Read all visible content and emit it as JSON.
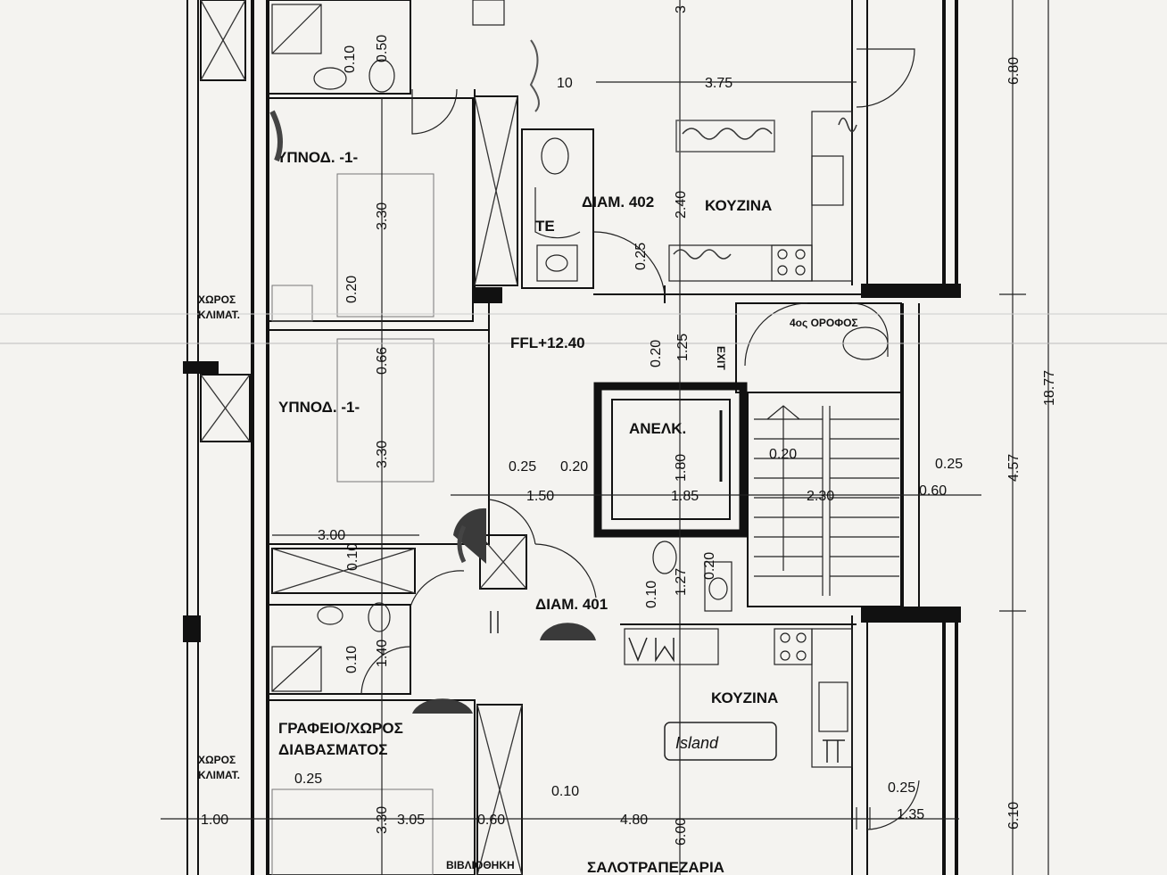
{
  "rooms": {
    "bedroom_top": "ΥΠΝΟΔ. -1-",
    "bedroom_mid": "ΥΠΝΟΔ. -1-",
    "kitchen_top": "ΚΟΥΖΙΝΑ",
    "kitchen_bottom": "ΚΟΥΖΙΝΑ",
    "apartment_402": "ΔΙΑΜ. 402",
    "apartment_401": "ΔΙΑΜ. 401",
    "wc": "ΤΕ",
    "elevator": "ΑΝΕΛΚ.",
    "ac_space_top_1": "ΧΩΡΟΣ",
    "ac_space_top_2": "ΚΛΙΜΑΤ.",
    "ac_space_bottom_1": "ΧΩΡΟΣ",
    "ac_space_bottom_2": "ΚΛΙΜΑΤ.",
    "office_1": "ΓΡΑΦΕΙΟ/ΧΩΡΟΣ",
    "office_2": "ΔΙΑΒΑΣΜΑΤΟΣ",
    "floor_level": "FFL+12.40",
    "floor_label": "4ος ΟΡΟΦΟΣ",
    "exit": "EXIT",
    "library": "ΒΙΒΛΙΟΘΗΚΗ",
    "living_dining": "ΣΑΛΟΤΡΑΠΕΖΑΡΙΑ"
  },
  "dimensions": {
    "d_3_75": "3.75",
    "d_10": "10",
    "d_6_80": "6.80",
    "d_18_77": "18.77",
    "d_4_57": "4.57",
    "d_6_10": "6.10",
    "d_3_30_a": "3.30",
    "d_3_30_b": "3.30",
    "d_3_30_c": "3.30",
    "d_0_20_a": "0.20",
    "d_0_66": "0.66",
    "d_2_40": "2.40",
    "d_0_25_a": "0.25",
    "d_0_20_b": "0.20",
    "d_1_25": "1.25",
    "d_0_25_b": "0.25",
    "d_0_20_c": "0.20",
    "d_1_50": "1.50",
    "d_1_85": "1.85",
    "d_1_80": "1.80",
    "d_0_20_d": "0.20",
    "d_2_30": "2.30",
    "d_0_25_c": "0.25",
    "d_0_60": "0.60",
    "d_3_00": "3.00",
    "d_0_10_a": "0.10",
    "d_0_10_b": "0.10",
    "d_1_27": "1.27",
    "d_0_20_e": "0.20",
    "d_0_10_c": "0.10",
    "d_1_40": "1.40",
    "d_0_25_d": "0.25",
    "d_1_00": "1.00",
    "d_3_05": "3.05",
    "d_0_60_b": "0.60",
    "d_0_10_d": "0.10",
    "d_4_80": "4.80",
    "d_6_00": "6.00",
    "d_0_25_e": "0.25",
    "d_1_35": "1.35",
    "d_0_10_e": "0.10",
    "d_0_50": "0.50",
    "d_3_top": "3"
  },
  "handwritten": {
    "island": "Island"
  }
}
